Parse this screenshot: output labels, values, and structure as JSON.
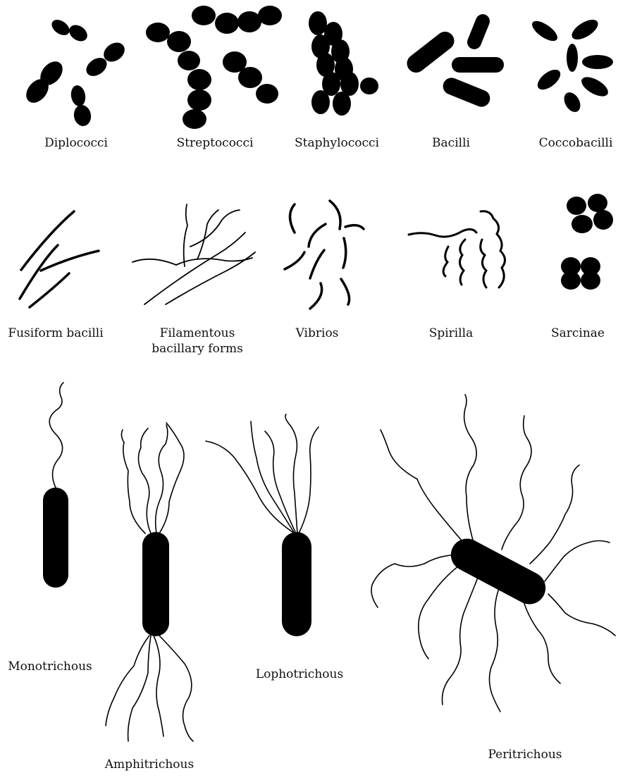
{
  "colors": {
    "ink": "#000000",
    "background": "#ffffff",
    "text": "#111111"
  },
  "morphologies": [
    {
      "id": "diplococci",
      "label": "Diplococci"
    },
    {
      "id": "streptococci",
      "label": "Streptococci"
    },
    {
      "id": "staphylococci",
      "label": "Staphylococci"
    },
    {
      "id": "bacilli",
      "label": "Bacilli"
    },
    {
      "id": "coccobacilli",
      "label": "Coccobacilli"
    },
    {
      "id": "fusiform",
      "label": "Fusiform bacilli"
    },
    {
      "id": "filamentous",
      "label_line1": "Filamentous",
      "label_line2": "bacillary forms"
    },
    {
      "id": "vibrios",
      "label": "Vibrios"
    },
    {
      "id": "spirilla",
      "label": "Spirilla"
    },
    {
      "id": "sarcinae",
      "label": "Sarcinae"
    }
  ],
  "flagella": [
    {
      "id": "monotrichous",
      "label": "Monotrichous"
    },
    {
      "id": "amphitrichous",
      "label": "Amphitrichous"
    },
    {
      "id": "lophotrichous",
      "label": "Lophotrichous"
    },
    {
      "id": "peritrichous",
      "label": "Peritrichous"
    }
  ]
}
